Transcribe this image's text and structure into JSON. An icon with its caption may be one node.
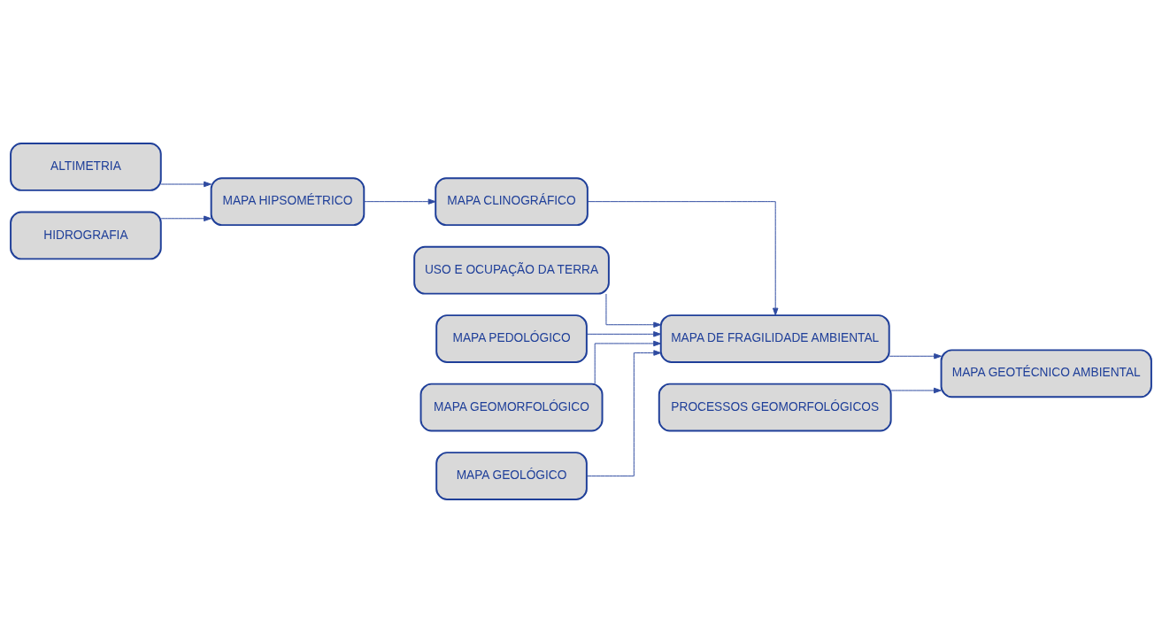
{
  "diagram": {
    "nodes": [
      {
        "text": [
          "ALTIMETRIA"
        ]
      },
      {
        "text": [
          "HIDROGRAFIA"
        ]
      },
      {
        "text": [
          "MAPA HIPSOMÉTRICO"
        ]
      },
      {
        "text": [
          "MAPA CLINOGRÁFICO"
        ]
      },
      {
        "text": [
          "USO E OCUPAÇÃO DA TERRA"
        ]
      },
      {
        "text": [
          "MAPA PEDOLÓGICO"
        ]
      },
      {
        "text": [
          "MAPA GEOMORFOLÓGICO"
        ]
      },
      {
        "text": [
          "MAPA GEOLÓGICO"
        ]
      },
      {
        "text": [
          "PROCESSOS GEOMORFOLÓGICOS"
        ]
      },
      {
        "text": [
          "MAPA DE FRAGILIDADE AMBIENTAL"
        ]
      },
      {
        "text": [
          "MAPA GEOTÉCNICO AMBIENTAL"
        ]
      }
    ],
    "edges": [
      {
        "from": 0,
        "to": 2,
        "arrow": "to"
      },
      {
        "from": 1,
        "to": 2,
        "arrow": "to"
      },
      {
        "from": 2,
        "to": 3,
        "arrow": "to"
      },
      {
        "from": 3,
        "to": 9,
        "arrow": "to"
      },
      {
        "from": 4,
        "to": 9,
        "arrow": "to"
      },
      {
        "from": 5,
        "to": 9,
        "arrow": "to"
      },
      {
        "from": 6,
        "to": 9,
        "arrow": "to"
      },
      {
        "from": 7,
        "to": 9,
        "arrow": "to"
      },
      {
        "from": 8,
        "to": 10,
        "arrow": "to"
      },
      {
        "from": 9,
        "to": 10,
        "arrow": "to"
      }
    ]
  }
}
